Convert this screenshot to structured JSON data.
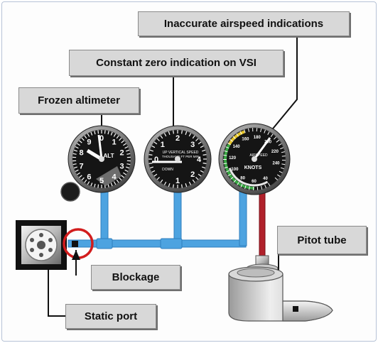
{
  "callouts": {
    "inaccurate_airspeed": "Inaccurate airspeed indications",
    "constant_zero_vsi": "Constant zero indication on VSI",
    "frozen_altimeter": "Frozen altimeter",
    "pitot_tube": "Pitot tube",
    "blockage": "Blockage",
    "static_port": "Static port"
  },
  "instruments": {
    "altimeter": {
      "label": "ALT",
      "digits": [
        "0",
        "1",
        "2",
        "3",
        "4",
        "5",
        "6",
        "7",
        "8",
        "9"
      ]
    },
    "vsi": {
      "line1": "UP VERTICAL SPEED",
      "line2": "THOUSAND FT PER MIN",
      "down": "DOWN",
      "digits": [
        "0",
        "1",
        "2",
        "3",
        "4",
        "2",
        "1"
      ]
    },
    "airspeed": {
      "label": "KNOTS",
      "label_top": "AIRSPEED",
      "digits": [
        "40",
        "60",
        "80",
        "100",
        "120",
        "140",
        "160",
        "180",
        "200",
        "220",
        "240"
      ]
    }
  },
  "colors": {
    "static_line": "#4da3e0",
    "pitot_line": "#b0202a",
    "blockage_ring": "#d21d1d",
    "callout_bg": "#d8d8d8"
  }
}
